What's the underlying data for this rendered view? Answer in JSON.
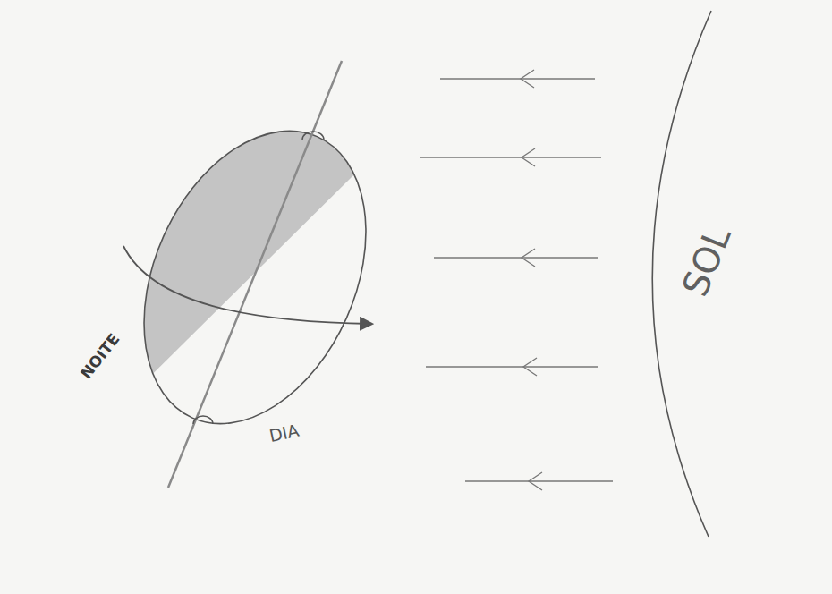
{
  "diagram": {
    "labels": [
      "NOITE",
      "DIA",
      "SOL"
    ]
  }
}
